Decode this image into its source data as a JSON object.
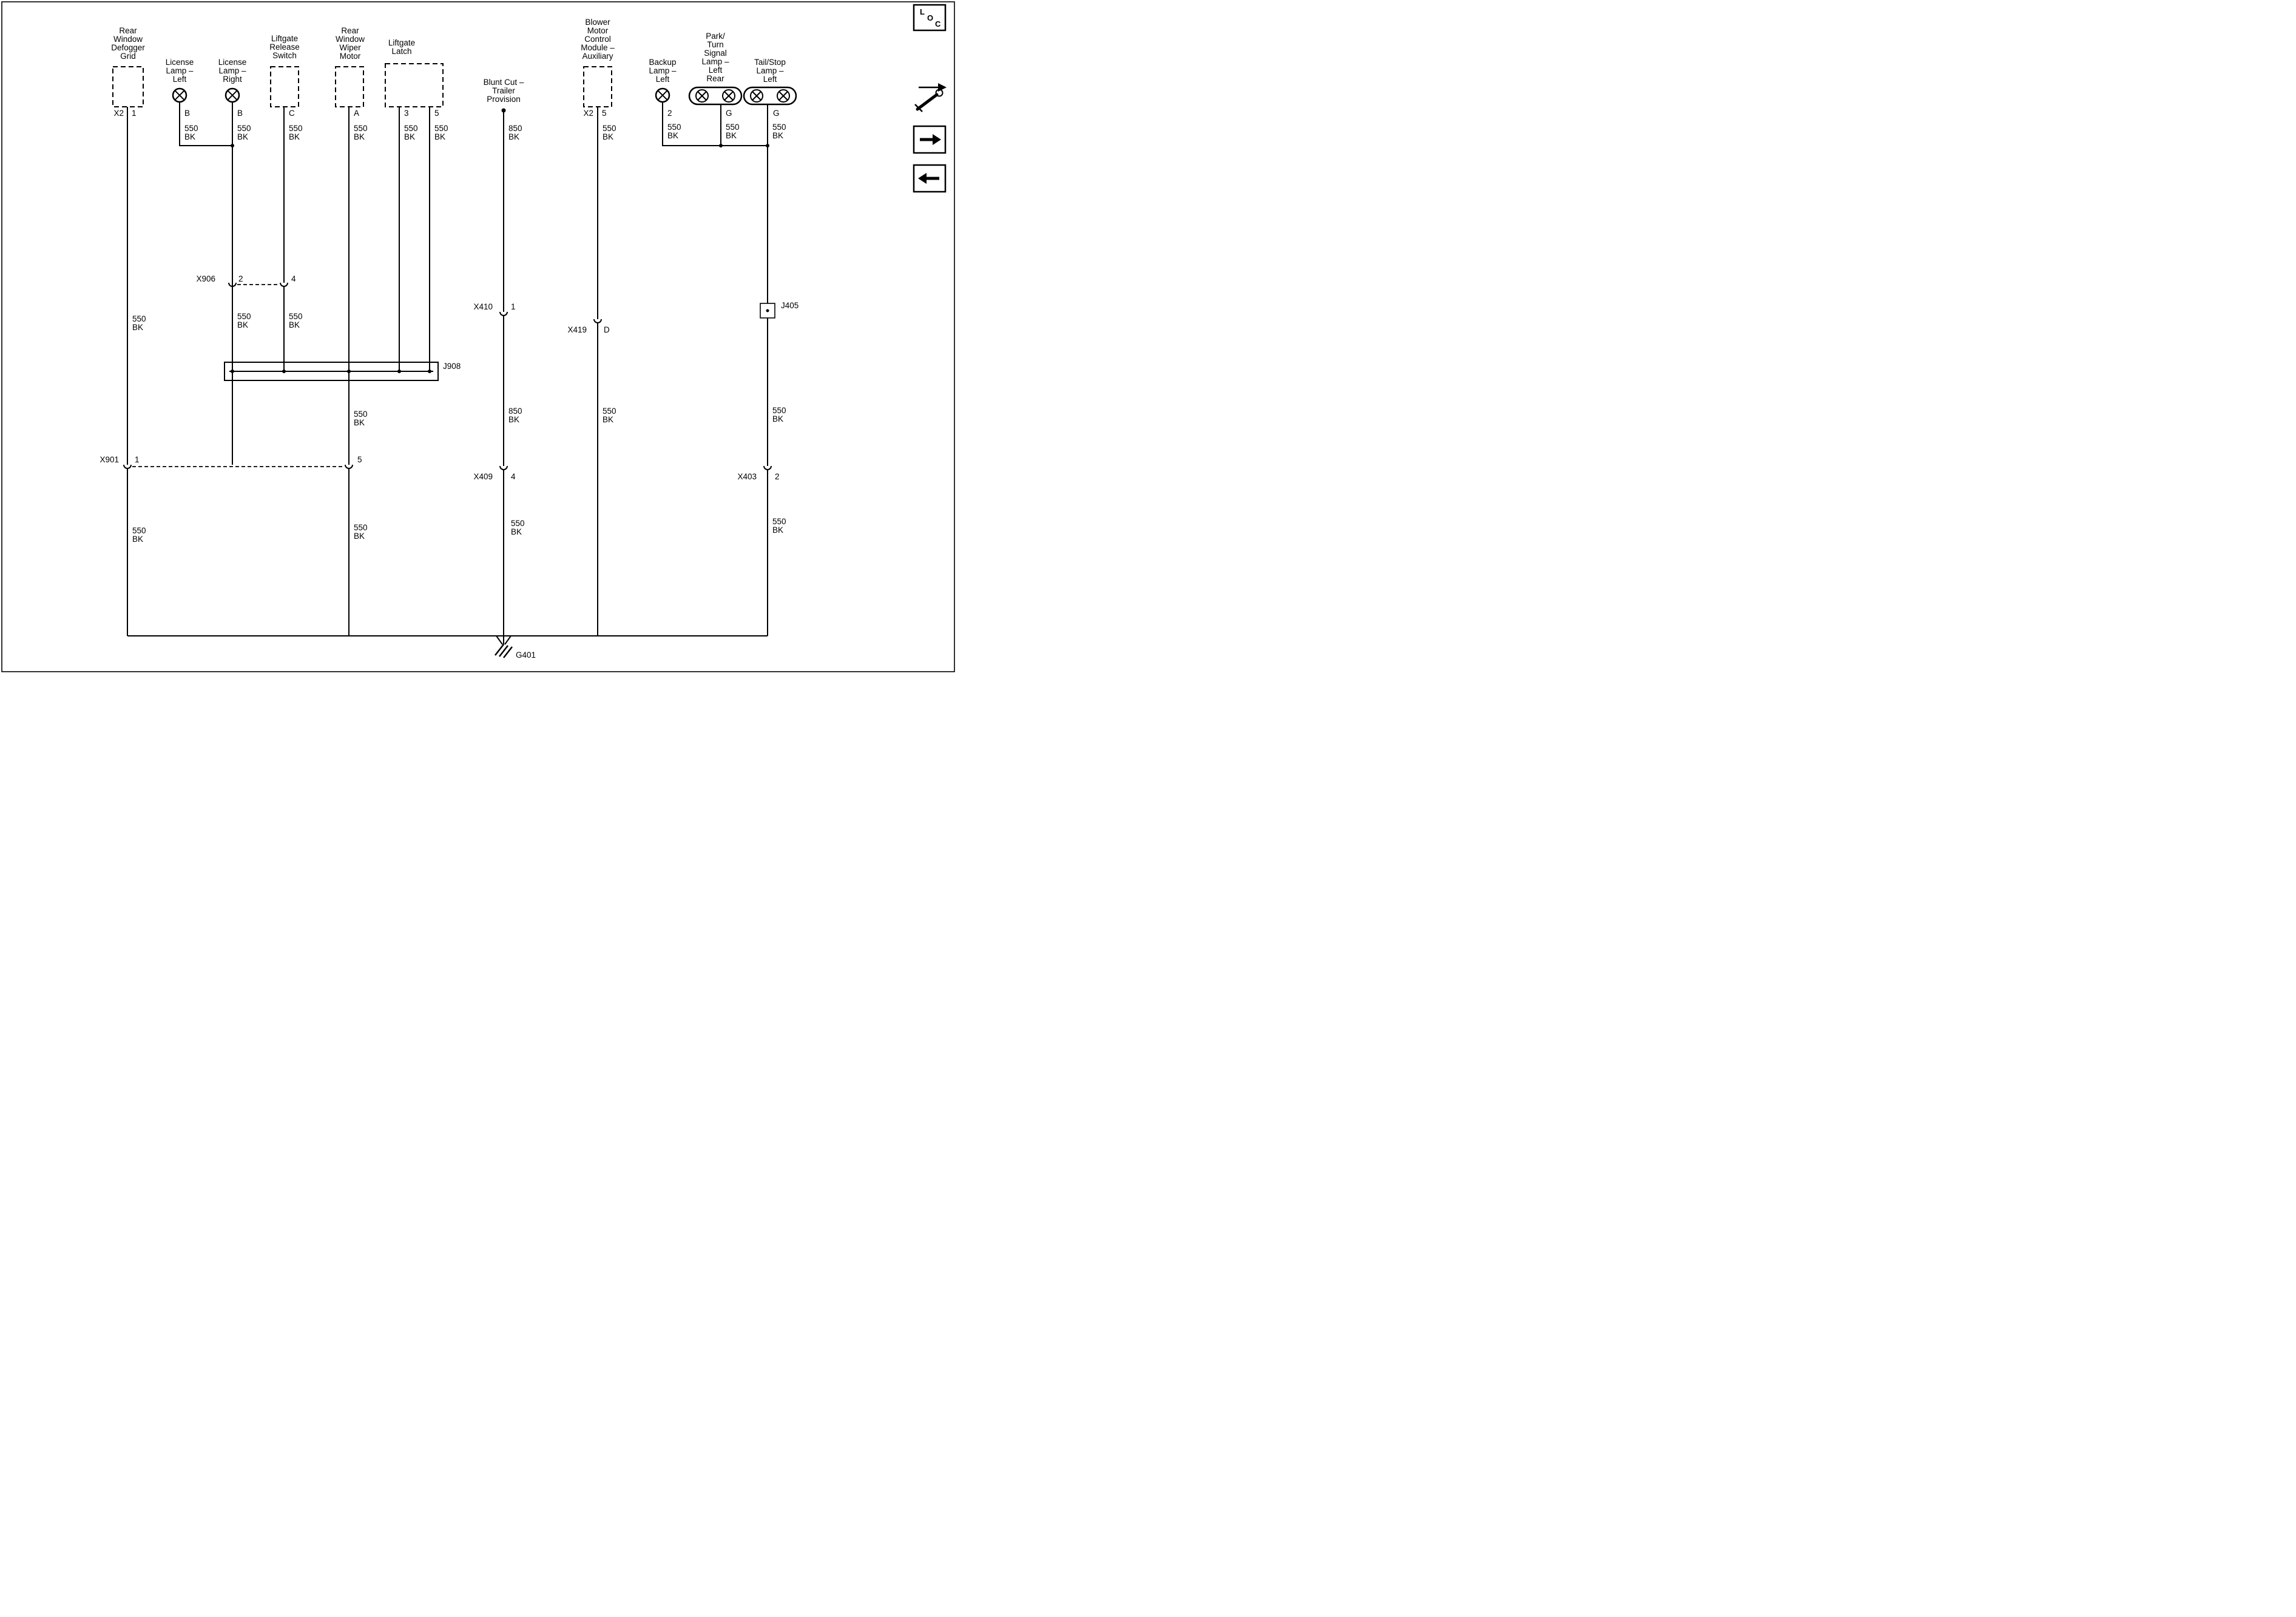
{
  "colors": {
    "line": "#000000",
    "background": "#ffffff"
  },
  "components": {
    "rear_window_defogger_grid": {
      "name_lines": [
        "Rear",
        "Window",
        "Defogger",
        "Grid"
      ],
      "connector": "X2",
      "pin": "1"
    },
    "license_lamp_left": {
      "name_lines": [
        "License",
        "Lamp –",
        "Left"
      ],
      "pin": "B"
    },
    "license_lamp_right": {
      "name_lines": [
        "License",
        "Lamp –",
        "Right"
      ],
      "pin": "B"
    },
    "liftgate_release_switch": {
      "name_lines": [
        "Liftgate",
        "Release",
        "Switch"
      ],
      "pin": "C"
    },
    "rear_window_wiper_motor": {
      "name_lines": [
        "Rear",
        "Window",
        "Wiper",
        "Motor"
      ],
      "pin": "A"
    },
    "liftgate_latch": {
      "name_lines": [
        "Liftgate",
        "Latch"
      ],
      "pin_left": "3",
      "pin_right": "5"
    },
    "blunt_cut_trailer_provision": {
      "name_lines": [
        "Blunt Cut –",
        "Trailer",
        "Provision"
      ]
    },
    "blower_motor_control_module_auxiliary": {
      "name_lines": [
        "Blower",
        "Motor",
        "Control",
        "Module –",
        "Auxiliary"
      ],
      "connector": "X2",
      "pin": "5"
    },
    "backup_lamp_left": {
      "name_lines": [
        "Backup",
        "Lamp –",
        "Left"
      ],
      "pin": "2"
    },
    "park_turn_signal_lamp_left_rear": {
      "name_lines": [
        "Park/",
        "Turn",
        "Signal",
        "Lamp –",
        "Left",
        "Rear"
      ],
      "pin": "G"
    },
    "tail_stop_lamp_left": {
      "name_lines": [
        "Tail/Stop",
        "Lamp –",
        "Left"
      ],
      "pin": "G"
    }
  },
  "connectors": {
    "x906": {
      "label": "X906",
      "pin_left": "2",
      "pin_right": "4"
    },
    "x901": {
      "label": "X901",
      "pin_left": "1",
      "pin_right": "5"
    },
    "x410": {
      "label": "X410",
      "pin": "1"
    },
    "x419": {
      "label": "X419",
      "pin": "D"
    },
    "x409": {
      "label": "X409",
      "pin": "4"
    },
    "x403": {
      "label": "X403",
      "pin": "2"
    },
    "j908": {
      "label": "J908"
    },
    "j405": {
      "label": "J405"
    },
    "g401": {
      "label": "G401"
    }
  },
  "wires": {
    "defogger_upper": {
      "circuit": "550",
      "color": "BK"
    },
    "defogger_lower": {
      "circuit": "550",
      "color": "BK"
    },
    "license_left": {
      "circuit": "550",
      "color": "BK"
    },
    "license_right_upper": {
      "circuit": "550",
      "color": "BK"
    },
    "license_right_lower": {
      "circuit": "550",
      "color": "BK"
    },
    "release_upper": {
      "circuit": "550",
      "color": "BK"
    },
    "release_lower": {
      "circuit": "550",
      "color": "BK"
    },
    "wiper_upper": {
      "circuit": "550",
      "color": "BK"
    },
    "wiper_mid": {
      "circuit": "550",
      "color": "BK"
    },
    "wiper_lower": {
      "circuit": "550",
      "color": "BK"
    },
    "latch_pin3": {
      "circuit": "550",
      "color": "BK"
    },
    "latch_pin5": {
      "circuit": "550",
      "color": "BK"
    },
    "trailer_upper": {
      "circuit": "850",
      "color": "BK"
    },
    "trailer_mid": {
      "circuit": "850",
      "color": "BK"
    },
    "trailer_lower": {
      "circuit": "550",
      "color": "BK"
    },
    "blower_upper": {
      "circuit": "550",
      "color": "BK"
    },
    "blower_lower": {
      "circuit": "550",
      "color": "BK"
    },
    "backup": {
      "circuit": "550",
      "color": "BK"
    },
    "park_turn": {
      "circuit": "550",
      "color": "BK"
    },
    "tail_stop_upper": {
      "circuit": "550",
      "color": "BK"
    },
    "tail_stop_mid": {
      "circuit": "550",
      "color": "BK"
    },
    "tail_stop_lower": {
      "circuit": "550",
      "color": "BK"
    }
  },
  "corner": {
    "loc_letters": [
      "L",
      "O",
      "C"
    ]
  }
}
